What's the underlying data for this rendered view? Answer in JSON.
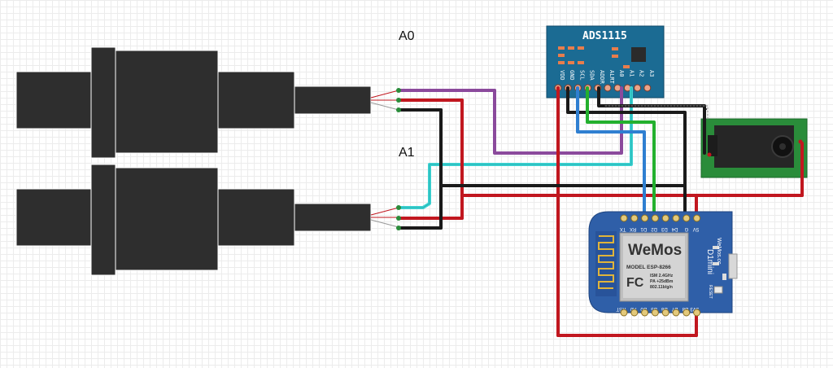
{
  "labels": {
    "a0": "A0",
    "a1": "A1"
  },
  "ads": {
    "title": "ADS1115",
    "pins": [
      "VDD",
      "GND",
      "SCL",
      "SDA",
      "ADDR",
      "ALRT",
      "A0",
      "A1",
      "A2",
      "A3"
    ]
  },
  "wemos": {
    "top_pins": [
      "TX",
      "RX",
      "D1",
      "D2",
      "D3",
      "D4",
      "G",
      "5V"
    ],
    "bottom_pins": [
      "RST",
      "A0",
      "D0",
      "D5",
      "D6",
      "D7",
      "D8",
      "3V3"
    ],
    "brand": "WeMos",
    "model": "MODEL  ESP-8266",
    "spec1": "ISM 2.4GHz",
    "spec2": "PA +25dBm",
    "spec3": "802.11b/g/n",
    "fc": "FC",
    "board_name": "D1mini",
    "site": "WeMos.cc",
    "reset": "RESET"
  },
  "colors": {
    "wire_purple": "#8b4a9c",
    "wire_red": "#c1171f",
    "wire_black": "#1a1a1a",
    "wire_cyan": "#3fd3d3",
    "wire_blue": "#2f7fd1",
    "wire_green": "#23b02e",
    "ads_board": "#1b6b93",
    "wemos_board": "#2f5fa8",
    "jack_board": "#2a8c3a"
  }
}
